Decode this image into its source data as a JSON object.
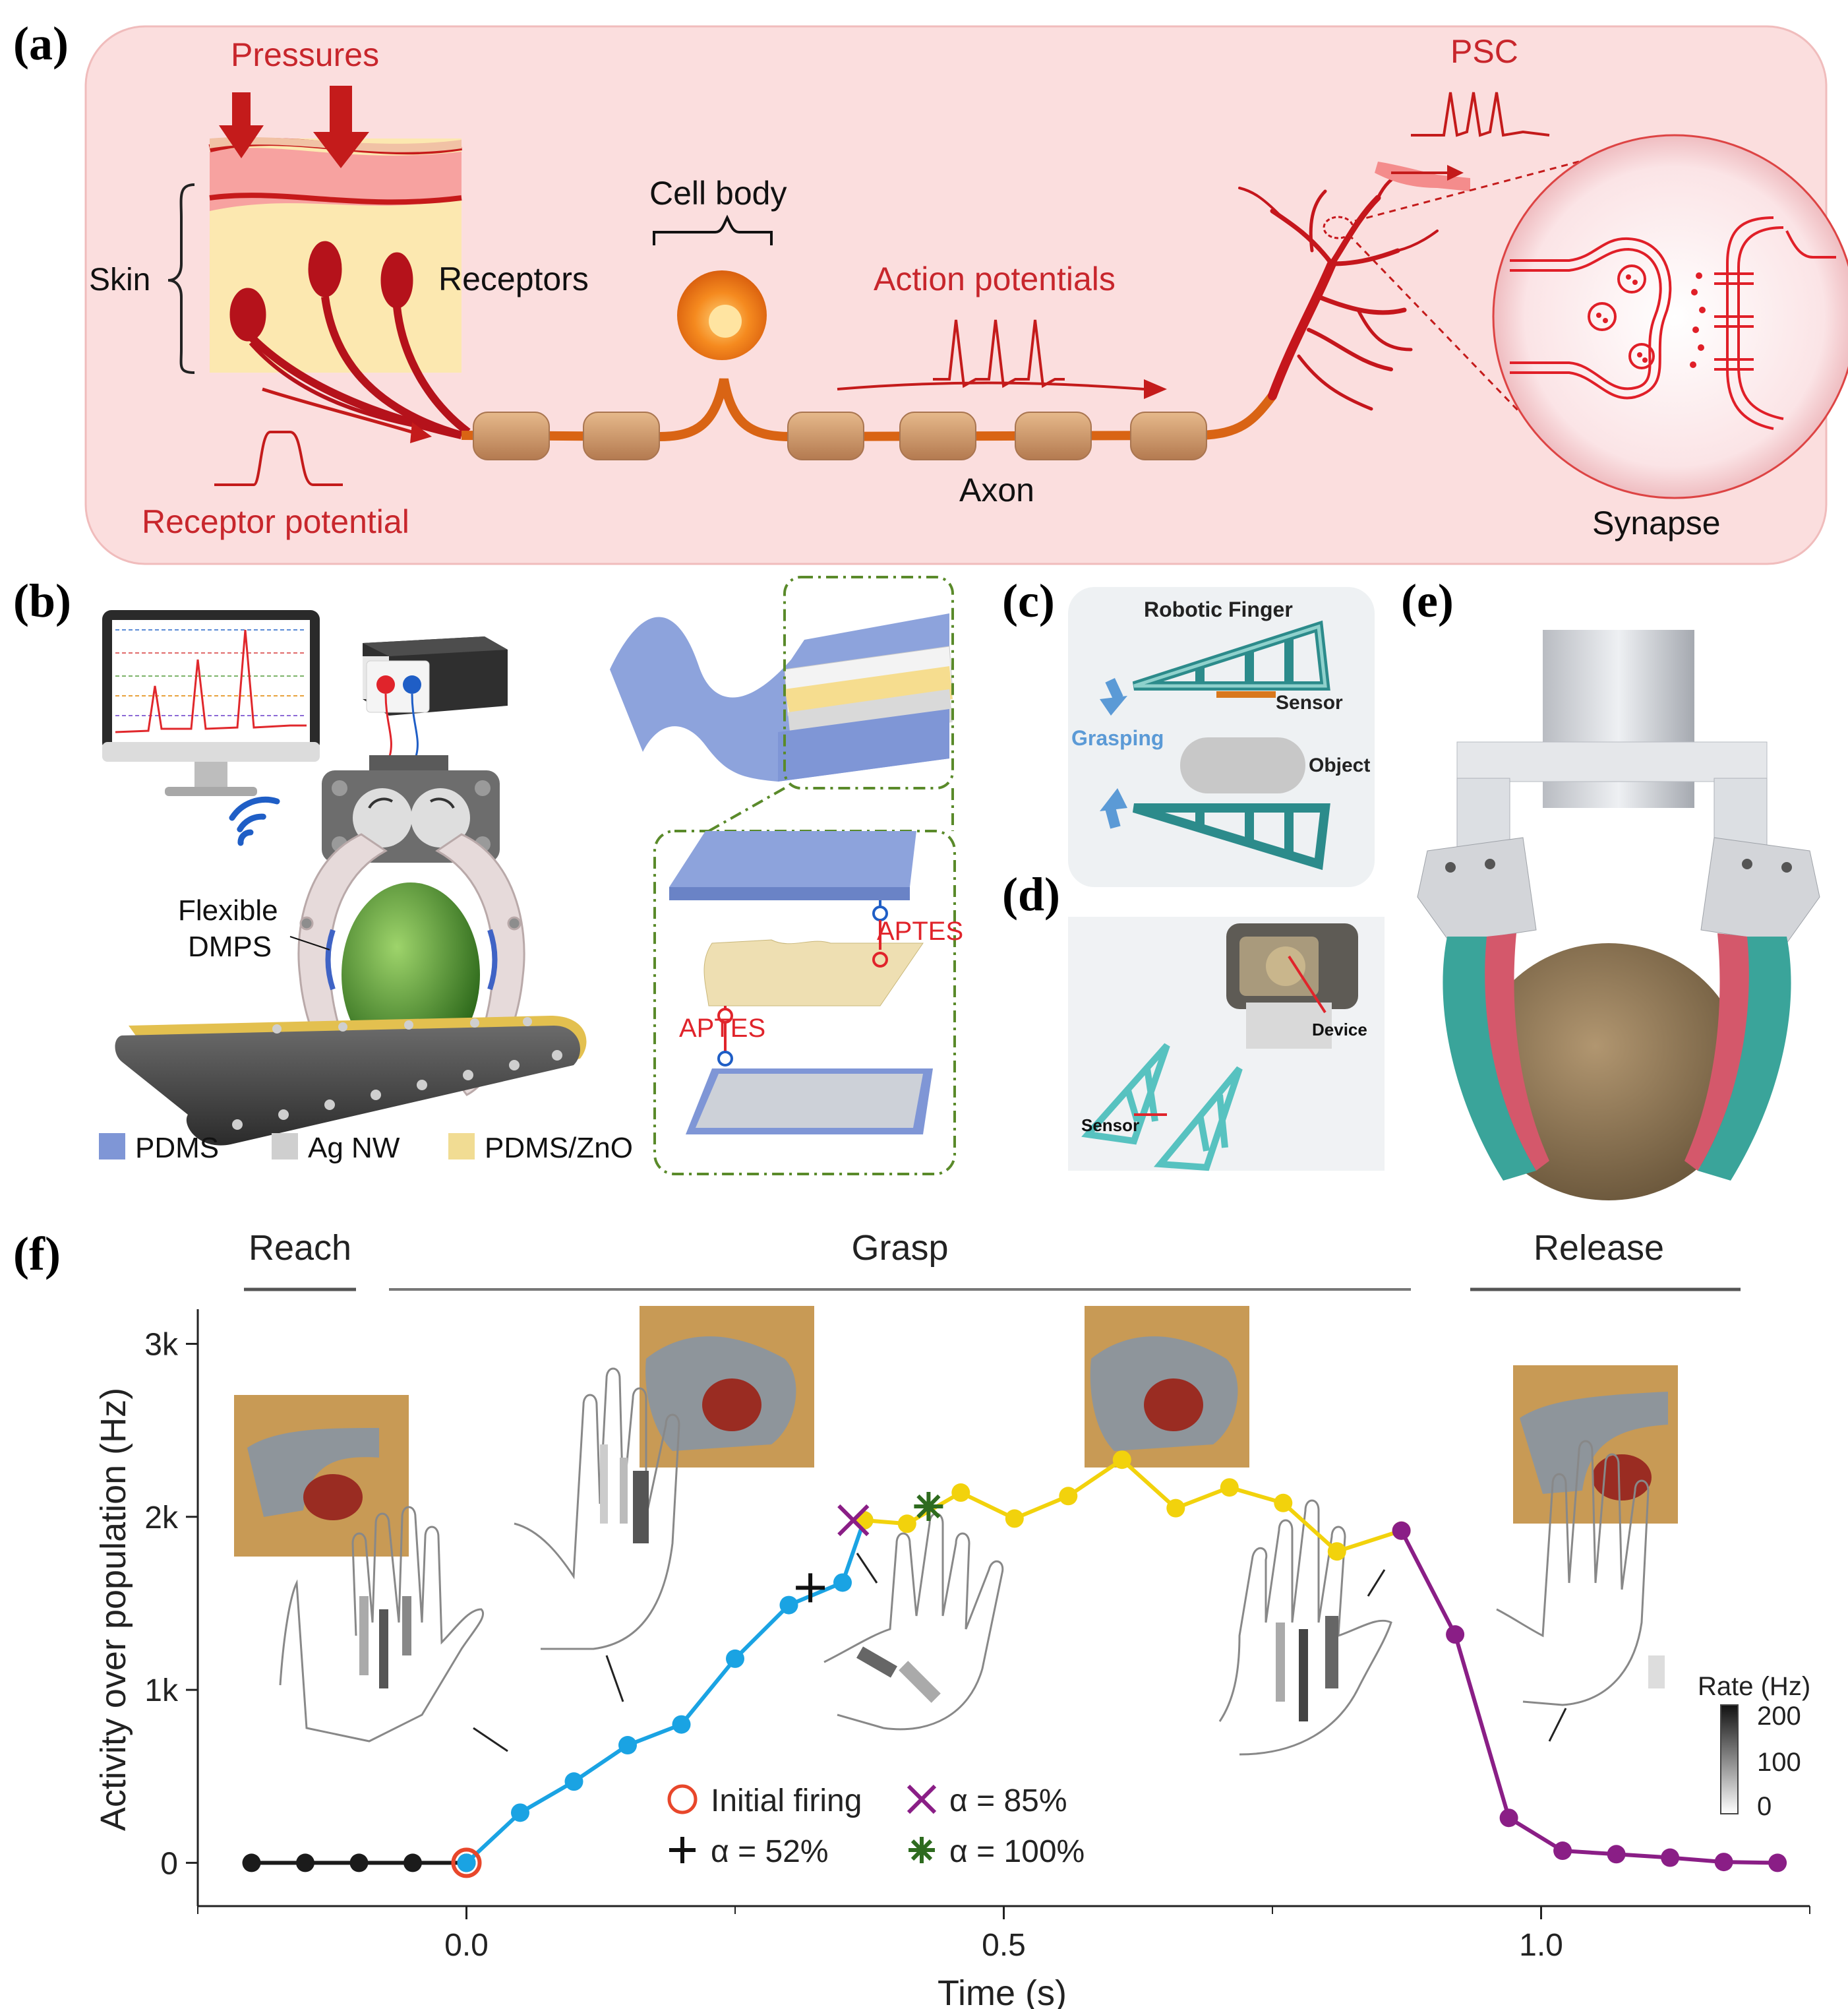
{
  "panels": {
    "a": {
      "letter": "(a)",
      "labels": {
        "pressures": "Pressures",
        "skin": "Skin",
        "receptors": "Receptors",
        "cell_body": "Cell body",
        "action_potentials": "Action potentials",
        "axon": "Axon",
        "receptor_potential": "Receptor potential",
        "psc": "PSC",
        "synapse": "Synapse"
      }
    },
    "b": {
      "letter": "(b)",
      "labels": {
        "flexible": "Flexible",
        "dmps": "DMPS",
        "aptes_top": "APTES",
        "aptes_bottom": "APTES"
      },
      "legend": [
        {
          "label": "PDMS",
          "color": "#7f96d6"
        },
        {
          "label": "Ag NW",
          "color": "#cfcfcf"
        },
        {
          "label": "PDMS/ZnO",
          "color": "#f1dc93"
        }
      ]
    },
    "c": {
      "letter": "(c)",
      "labels": {
        "robotic_finger": "Robotic Finger",
        "sensor": "Sensor",
        "grasping": "Grasping",
        "object": "Object"
      }
    },
    "d": {
      "letter": "(d)",
      "labels": {
        "device": "Device",
        "sensor": "Sensor"
      }
    },
    "e": {
      "letter": "(e)"
    },
    "f": {
      "letter": "(f)",
      "phases": [
        "Reach",
        "Grasp",
        "Release"
      ],
      "marker_legend": [
        {
          "label": "Initial firing",
          "symbol": "circle",
          "color": "#e8472b"
        },
        {
          "label": "α = 85%",
          "symbol": "x",
          "color": "#8a1e86"
        },
        {
          "label": "α = 52%",
          "symbol": "plus",
          "color": "#111111"
        },
        {
          "label": "α = 100%",
          "symbol": "asterisk",
          "color": "#2e6b1f"
        }
      ],
      "colorbar": {
        "title": "Rate (Hz)",
        "ticks": [
          "200",
          "100",
          "0"
        ]
      }
    }
  },
  "chart_data": {
    "type": "line",
    "title": "",
    "xlabel": "Time (s)",
    "ylabel": "Activity over population (Hz)",
    "xlim": [
      -0.25,
      1.25
    ],
    "ylim": [
      -250,
      3200
    ],
    "xticks": [
      0.0,
      0.5,
      1.0
    ],
    "xtick_labels": [
      "0.0",
      "0.5",
      "1.0"
    ],
    "yticks": [
      0,
      1000,
      2000,
      3000
    ],
    "ytick_labels": [
      "0",
      "1k",
      "2k",
      "3k"
    ],
    "grid": false,
    "series": [
      {
        "color": "#1b1b1b",
        "x": [
          -0.2,
          -0.15,
          -0.1,
          -0.05,
          0.0
        ],
        "y": [
          0,
          0,
          0,
          0,
          0
        ]
      },
      {
        "color": "#1aa3e3",
        "x": [
          0.0,
          0.05,
          0.1,
          0.15,
          0.2,
          0.25,
          0.3,
          0.35,
          0.37
        ],
        "y": [
          0,
          290,
          470,
          680,
          800,
          1180,
          1490,
          1620,
          1980
        ]
      },
      {
        "color": "#f2d20c",
        "x": [
          0.37,
          0.41,
          0.46,
          0.51,
          0.56,
          0.61,
          0.66,
          0.71,
          0.76,
          0.81,
          0.87
        ],
        "y": [
          1980,
          1960,
          2140,
          1990,
          2120,
          2330,
          2050,
          2170,
          2080,
          1800,
          1920
        ]
      },
      {
        "color": "#8a1e86",
        "x": [
          0.87,
          0.92,
          0.97,
          1.02,
          1.07,
          1.12,
          1.17,
          1.22
        ],
        "y": [
          1920,
          1320,
          260,
          70,
          50,
          30,
          5,
          0
        ]
      }
    ],
    "markers": [
      {
        "symbol": "circle",
        "x": 0.0,
        "y": 0
      },
      {
        "symbol": "plus",
        "x": 0.32,
        "y": 1590
      },
      {
        "symbol": "x",
        "x": 0.36,
        "y": 1980
      },
      {
        "symbol": "asterisk",
        "x": 0.43,
        "y": 2060
      }
    ]
  }
}
